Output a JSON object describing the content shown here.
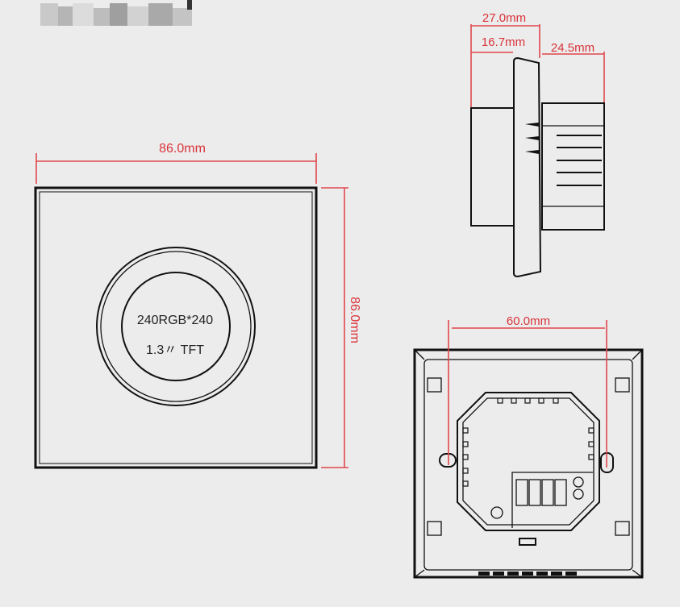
{
  "front_view": {
    "width_label": "86.0mm",
    "height_label": "86.0mm",
    "screen_resolution": "240RGB*240",
    "screen_size": "1.3〃 TFT"
  },
  "side_view": {
    "total_depth_label": "27.0mm",
    "front_depth_label": "16.7mm",
    "back_depth_label": "24.5mm"
  },
  "back_view": {
    "hole_spacing_label": "60.0mm"
  },
  "colors": {
    "dimension": "#e0474c",
    "outline": "#111111",
    "background": "#ececec"
  }
}
